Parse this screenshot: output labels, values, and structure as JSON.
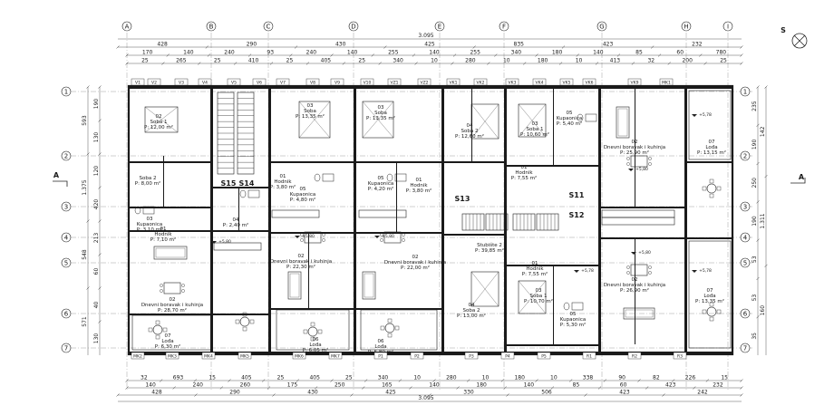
{
  "axes": {
    "columns": [
      "A",
      "B",
      "C",
      "D",
      "E",
      "F",
      "G",
      "H",
      "I"
    ],
    "rows": [
      "1",
      "2",
      "3",
      "4",
      "5",
      "6",
      "7"
    ]
  },
  "compass": "S",
  "section_marks": [
    "A",
    "A"
  ],
  "dims_top": {
    "total": "3.095",
    "row1": [
      "428",
      "290",
      "430",
      "425",
      "835",
      "423",
      "232"
    ],
    "row2": [
      "170",
      "140",
      "240",
      "93",
      "240",
      "140",
      "255",
      "140",
      "255",
      "340",
      "180",
      "140",
      "85",
      "60",
      "780"
    ],
    "row3": [
      "25",
      "265",
      "25",
      "410",
      "25",
      "405",
      "25",
      "340",
      "10",
      "280",
      "10",
      "180",
      "10",
      "413",
      "32",
      "200",
      "25"
    ]
  },
  "dims_bottom": {
    "total": "3.095",
    "row1": [
      "32",
      "693",
      "15",
      "405",
      "25",
      "405",
      "25",
      "340",
      "10",
      "280",
      "10",
      "180",
      "10",
      "338",
      "90",
      "82",
      "226",
      "15"
    ],
    "row2": [
      "140",
      "240",
      "260",
      "175",
      "250",
      "165",
      "140",
      "180",
      "140",
      "85",
      "60",
      "423",
      "232"
    ],
    "row3": [
      "428",
      "290",
      "430",
      "425",
      "330",
      "506",
      "423",
      "242"
    ]
  },
  "dims_left": [
    "593",
    "1.375",
    "548",
    "571",
    "190",
    "130",
    "120",
    "420",
    "213",
    "60",
    "40",
    "130"
  ],
  "dims_right": [
    "142",
    "1.311",
    "160",
    "235",
    "190",
    "250",
    "190",
    "53",
    "53",
    "35"
  ],
  "rooms": [
    {
      "num": "02",
      "name": "Soba 1",
      "area": "P: 12,00 m²"
    },
    {
      "num": "",
      "name": "Soba 2",
      "area": "P: 8,00 m²"
    },
    {
      "num": "03",
      "name": "Kupaonica",
      "area": "P: 3,10 m²"
    },
    {
      "num": "01",
      "name": "Hodnik",
      "area": "P: 7,10 m²"
    },
    {
      "num": "04",
      "name": "",
      "area": "P: 2,40 m²"
    },
    {
      "num": "02",
      "name": "Dnevni boravak i kuhinja",
      "area": "P: 28,70 m²"
    },
    {
      "num": "07",
      "name": "Lođa",
      "area": "P: 6,30 m²"
    },
    {
      "num": "03",
      "name": "Soba",
      "area": "P: 13,35 m²"
    },
    {
      "num": "01",
      "name": "Hodnik",
      "area": "P: 3,80 m²"
    },
    {
      "num": "05",
      "name": "Kupaonica",
      "area": "P: 4,80 m²"
    },
    {
      "num": "02",
      "name": "Dnevni boravak i kuhinja",
      "area": "P: 22,30 m²"
    },
    {
      "num": "06",
      "name": "Lođa",
      "area": "P: 6,05 m²"
    },
    {
      "num": "03",
      "name": "Soba",
      "area": "P: 13,35 m²"
    },
    {
      "num": "05",
      "name": "Kupaonica",
      "area": "P: 4,20 m²"
    },
    {
      "num": "01",
      "name": "Hodnik",
      "area": "P: 3,80 m²"
    },
    {
      "num": "02",
      "name": "Dnevni boravak i kuhinja",
      "area": "P: 22,00 m²"
    },
    {
      "num": "06",
      "name": "Lođa",
      "area": "P: 6,80 m²"
    },
    {
      "num": "04",
      "name": "Soba 2",
      "area": "P: 12,60 m²"
    },
    {
      "num": "03",
      "name": "Soba 1",
      "area": "P: 10,60 m²"
    },
    {
      "num": "05",
      "name": "Kupaonica",
      "area": "P: 5,40 m²"
    },
    {
      "num": "01",
      "name": "Hodnik",
      "area": "P: 7,55 m²"
    },
    {
      "num": "02",
      "name": "Dnevni boravak i kuhinja",
      "area": "P: 25,90 m²"
    },
    {
      "num": "07",
      "name": "Lođa",
      "area": "P: 13,15 m²"
    },
    {
      "num": "",
      "name": "Stubište 2",
      "area": "P: 39,85 m²"
    },
    {
      "num": "01",
      "name": "Hodnik",
      "area": "P: 7,55 m²"
    },
    {
      "num": "04",
      "name": "Soba 2",
      "area": "P: 13,00 m²"
    },
    {
      "num": "03",
      "name": "Soba 1",
      "area": "P: 10,70 m²"
    },
    {
      "num": "05",
      "name": "Kupaonica",
      "area": "P: 5,30 m²"
    },
    {
      "num": "02",
      "name": "Dnevni boravak i kuhinja",
      "area": "P: 26,90 m²"
    },
    {
      "num": "07",
      "name": "Lođa",
      "area": "P: 13,35 m²"
    }
  ],
  "stair_labels": [
    "S15",
    "S14",
    "S13",
    "S11",
    "S12"
  ],
  "levels": [
    "+5,80",
    "+5,80",
    "+5,80",
    "+5,78",
    "+5,78",
    "+5,80",
    "+5,80",
    "+5,78"
  ],
  "door_tags": [
    "V1",
    "V2",
    "V3",
    "V4",
    "V5",
    "V6",
    "V7",
    "V8",
    "V9",
    "V10",
    "VZ1",
    "VZ2",
    "VK1",
    "VK2",
    "VK3",
    "VK4",
    "VK5",
    "VK6",
    "VK9",
    "MK1",
    "MK2",
    "MK3",
    "MK4",
    "MK5",
    "MK6",
    "MK7",
    "P1",
    "P2",
    "P3",
    "P4",
    "P5",
    "R1",
    "R2",
    "R3"
  ]
}
